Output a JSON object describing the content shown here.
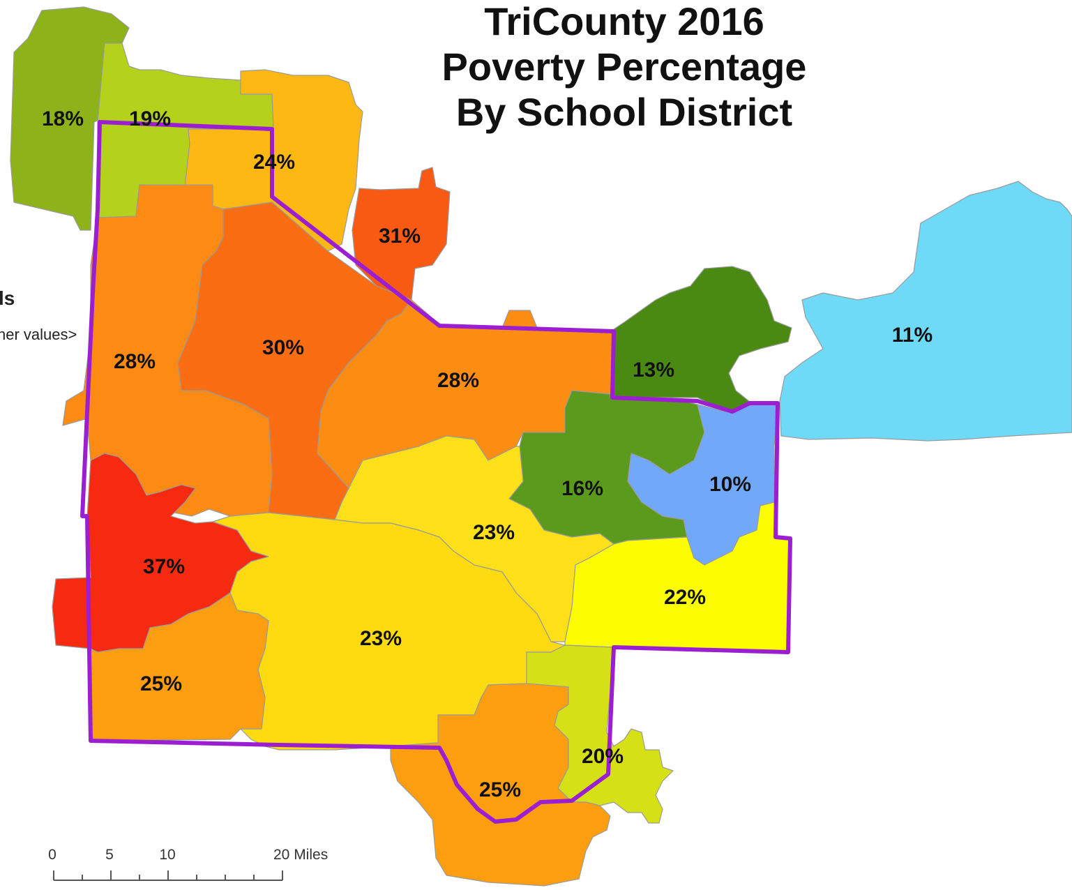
{
  "title": {
    "line1": "TriCounty 2016",
    "line2": "Poverty Percentage",
    "line3": "By School District"
  },
  "legend_fragment": {
    "heading": "ls",
    "other_values": "ner values>"
  },
  "districts": [
    {
      "label": "18%",
      "color": "#8db21a"
    },
    {
      "label": "19%",
      "color": "#b4d21b"
    },
    {
      "label": "24%",
      "color": "#fdb813"
    },
    {
      "label": "31%",
      "color": "#f85a14"
    },
    {
      "label": "11%",
      "color": "#6fd9f8"
    },
    {
      "label": "13%",
      "color": "#4a8a12"
    },
    {
      "label": "28%",
      "color": "#fd8a12"
    },
    {
      "label": "30%",
      "color": "#fb6d12"
    },
    {
      "label": "28%",
      "color": "#fd8d12"
    },
    {
      "label": "16%",
      "color": "#5b9a1c"
    },
    {
      "label": "10%",
      "color": "#72a8f8"
    },
    {
      "label": "37%",
      "color": "#f52a10"
    },
    {
      "label": "23%",
      "color": "#fde018"
    },
    {
      "label": "22%",
      "color": "#fdfd02"
    },
    {
      "label": "23%",
      "color": "#fedb10"
    },
    {
      "label": "25%",
      "color": "#fd9e10"
    },
    {
      "label": "20%",
      "color": "#d6e016"
    },
    {
      "label": "25%",
      "color": "#fd9e10"
    }
  ],
  "boundary_color": "#9b1fd1",
  "scale_bar": {
    "ticks": [
      "0",
      "5",
      "10",
      "20 Miles"
    ]
  }
}
